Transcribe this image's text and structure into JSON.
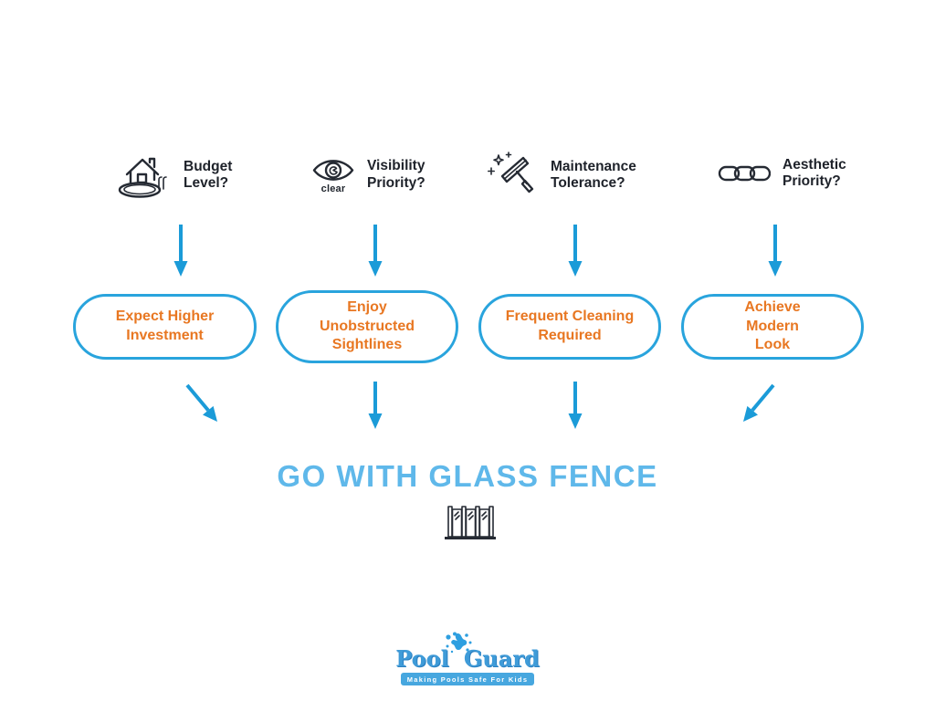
{
  "columns": [
    {
      "icon": "house-pool-icon",
      "label": "Budget Level?",
      "result": "Expect Higher Investment"
    },
    {
      "icon": "eye-clear-icon",
      "icon_caption": "clear",
      "label": "Visibility Priority?",
      "result": "Enjoy Unobstructed Sightlines"
    },
    {
      "icon": "squeegee-icon",
      "label": "Maintenance Tolerance?",
      "result": "Frequent Cleaning Required"
    },
    {
      "icon": "chain-icon",
      "label": "Aesthetic Priority?",
      "result": "Achieve Modern Look"
    }
  ],
  "conclusion": {
    "title": "GO WITH GLASS FENCE",
    "icon": "glass-fence-icon"
  },
  "logo": {
    "word1": "Pool",
    "word2": "Guard",
    "tagline": "Making Pools Safe For Kids"
  },
  "colors": {
    "arrow_blue": "#1b9bd8",
    "pill_border_blue": "#29a4dd",
    "result_text_orange": "#e87722",
    "title_blue": "#5fb8ea",
    "icon_dark": "#252a33",
    "logo_blue": "#3f9bd8",
    "tagline_bar_blue": "#47a7df"
  }
}
